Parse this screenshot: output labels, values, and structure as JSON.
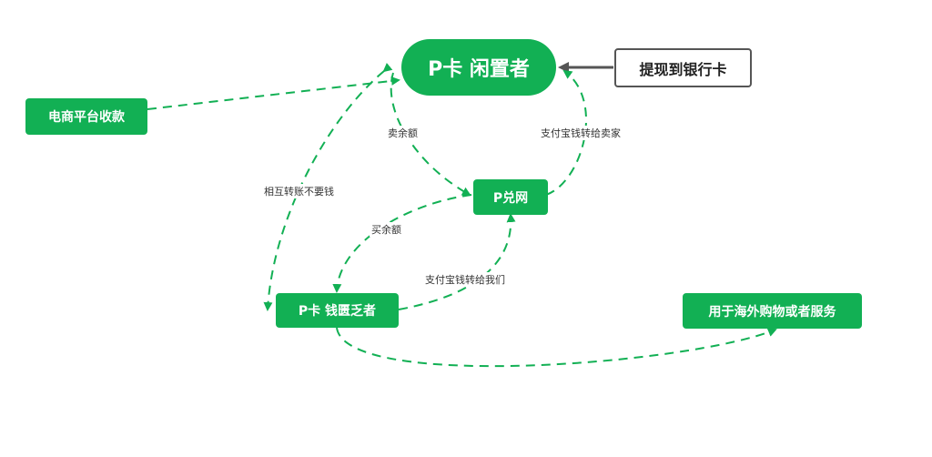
{
  "nodes": {
    "idle": "P卡 闲置者",
    "withdraw": "提现到银行卡",
    "ecommerce": "电商平台收款",
    "exchange": "P兑网",
    "shortage": "P卡 钱匮乏者",
    "overseas": "用于海外购物或者服务"
  },
  "edges": {
    "sell_balance": "卖余额",
    "alipay_to_seller": "支付宝钱转给卖家",
    "mutual_transfer": "相互转账不要钱",
    "buy_balance": "买余额",
    "alipay_to_us": "支付宝钱转给我们"
  },
  "colors": {
    "node_green": "#12b054",
    "edge_green": "#12b054",
    "solid_arrow": "#555555"
  }
}
